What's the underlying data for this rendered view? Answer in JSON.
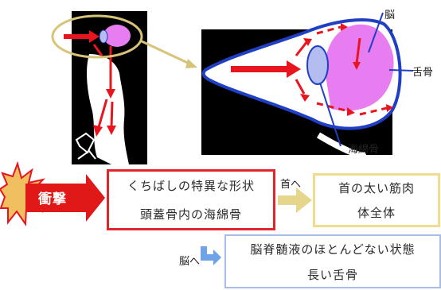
{
  "labels": {
    "brain": "脳",
    "tongue_bone": "舌骨",
    "spongy_bone": "海綿骨",
    "to_neck": "首へ",
    "to_brain": "脳へ",
    "impact": "衝撃"
  },
  "boxes": {
    "red": [
      "くちばしの特異な形状",
      "頭蓋骨内の海綿骨"
    ],
    "yellow": [
      "首の太い筋肉",
      "体全体"
    ],
    "blue": [
      "脳脊髄液のほとんどない状態",
      "長い舌骨"
    ]
  },
  "colors": {
    "arrow_red": "#e8141e",
    "brain_pink": "#e77df0",
    "spongy_blue": "#b4bdf0",
    "outline_blue": "#1f3fc4",
    "callout_gold": "#d8c478",
    "box_red": "#e0262b",
    "box_yellow": "#f0dc90",
    "box_blue": "#a8bce8"
  }
}
